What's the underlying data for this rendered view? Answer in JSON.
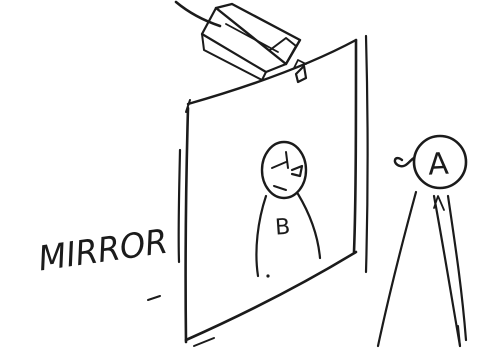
{
  "labels": {
    "mirror": "MIRROR",
    "person_reflection": "B",
    "person_real": "A"
  }
}
